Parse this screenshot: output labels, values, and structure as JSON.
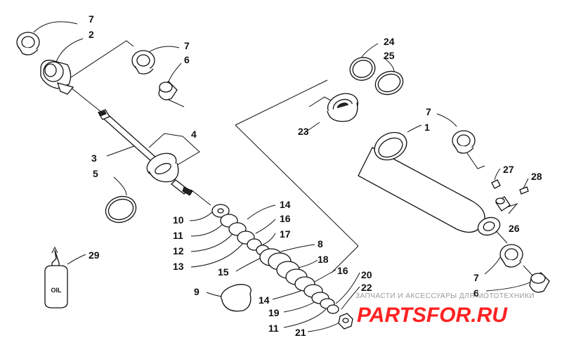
{
  "callouts": [
    "7",
    "2",
    "7",
    "6",
    "4",
    "3",
    "5",
    "1",
    "24",
    "25",
    "23",
    "7",
    "27",
    "28",
    "26",
    "14",
    "16",
    "17",
    "10",
    "11",
    "12",
    "13",
    "8",
    "18",
    "15",
    "16",
    "9",
    "14",
    "19",
    "11",
    "20",
    "22",
    "21",
    "29",
    "7",
    "6"
  ],
  "oil_label": "OIL",
  "watermark": {
    "tagline": "ЗАПЧАСТИ И АКСЕССУАРЫ ДЛЯ МОТОТЕХНИКИ",
    "logo": "PARTSFOR.RU"
  }
}
